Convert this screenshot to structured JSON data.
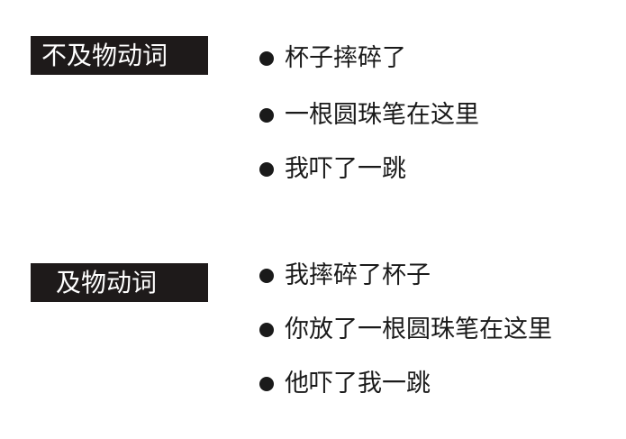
{
  "groups": [
    {
      "label": "不及物动词",
      "items": [
        "杯子摔碎了",
        "一根圆珠笔在这里",
        "我吓了一跳"
      ]
    },
    {
      "label": "及物动词",
      "items": [
        "我摔碎了杯子",
        "你放了一根圆珠笔在这里",
        "他吓了我一跳"
      ]
    }
  ]
}
